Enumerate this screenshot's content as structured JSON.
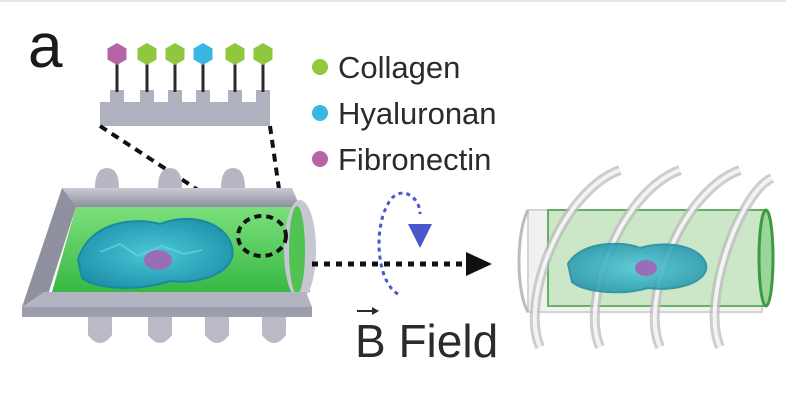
{
  "figure": {
    "panel_label": "a",
    "field_label": "B Field"
  },
  "legend": [
    {
      "label": "Collagen",
      "color": "#8fc73e"
    },
    {
      "label": "Hyaluronan",
      "color": "#3ab6e3"
    },
    {
      "label": "Fibronectin",
      "color": "#b565a7"
    }
  ],
  "molecule_chain": [
    "#b565a7",
    "#8fc73e",
    "#8fc73e",
    "#3ab6e3",
    "#8fc73e",
    "#8fc73e"
  ],
  "colors": {
    "scaffold_gray": "#a9abb8",
    "gel_green": "#5fd35f",
    "cell_blue": "#2ab0c6",
    "nucleus_purple": "#9a6db8",
    "rotation_blue": "#4a57c9",
    "arrow_black": "#111111"
  }
}
